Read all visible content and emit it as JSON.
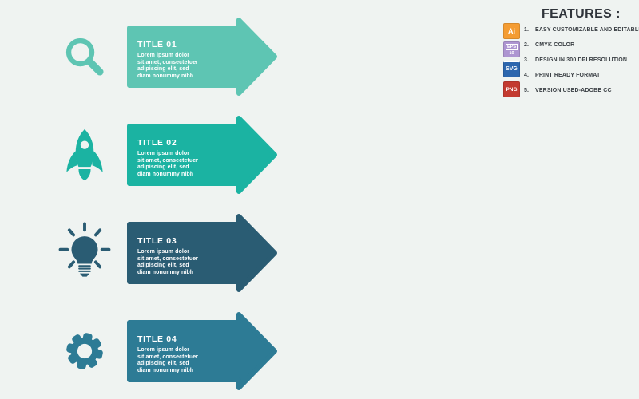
{
  "page": {
    "background": "#EFF3F1"
  },
  "arrows": [
    {
      "title": "TITLE 01",
      "color": "#5EC5B3",
      "icon": "search-icon",
      "description_lines": [
        "Lorem ipsum dolor",
        "sit amet, consectetuer",
        "adipiscing elit, sed",
        "diam nonummy nibh"
      ]
    },
    {
      "title": "TITLE 02",
      "color": "#1BB3A2",
      "icon": "rocket-icon",
      "description_lines": [
        "Lorem ipsum dolor",
        "sit amet, consectetuer",
        "adipiscing elit, sed",
        "diam nonummy nibh"
      ]
    },
    {
      "title": "TITLE 03",
      "color": "#2A5C73",
      "icon": "lightbulb-icon",
      "description_lines": [
        "Lorem ipsum dolor",
        "sit amet, consectetuer",
        "adipiscing elit, sed",
        "diam nonummy nibh"
      ]
    },
    {
      "title": "TITLE 04",
      "color": "#2D7B95",
      "icon": "gear-icon",
      "description_lines": [
        "Lorem ipsum dolor",
        "sit amet, consectetuer",
        "adipiscing elit, sed",
        "diam nonummy nibh"
      ]
    }
  ],
  "features": {
    "heading": "FEATURES :",
    "items": [
      {
        "number": "1.",
        "label": "EASY CUSTOMIZABLE AND EDITABLE"
      },
      {
        "number": "2.",
        "label": "CMYK COLOR"
      },
      {
        "number": "3.",
        "label": "DESIGN IN 300 DPI RESOLUTION"
      },
      {
        "number": "4.",
        "label": "PRINT READY FORMAT"
      },
      {
        "number": "5.",
        "label": "VERSION USED-ADOBE CC"
      }
    ],
    "file_badges": [
      {
        "label": "Ai",
        "sub": "",
        "color": "#F49C33"
      },
      {
        "label": "EPS",
        "sub": "10",
        "color": "#AD95D1"
      },
      {
        "label": "SVG",
        "sub": "",
        "color": "#2C66AE"
      },
      {
        "label": "PNG",
        "sub": "",
        "color": "#C33A30"
      }
    ]
  }
}
